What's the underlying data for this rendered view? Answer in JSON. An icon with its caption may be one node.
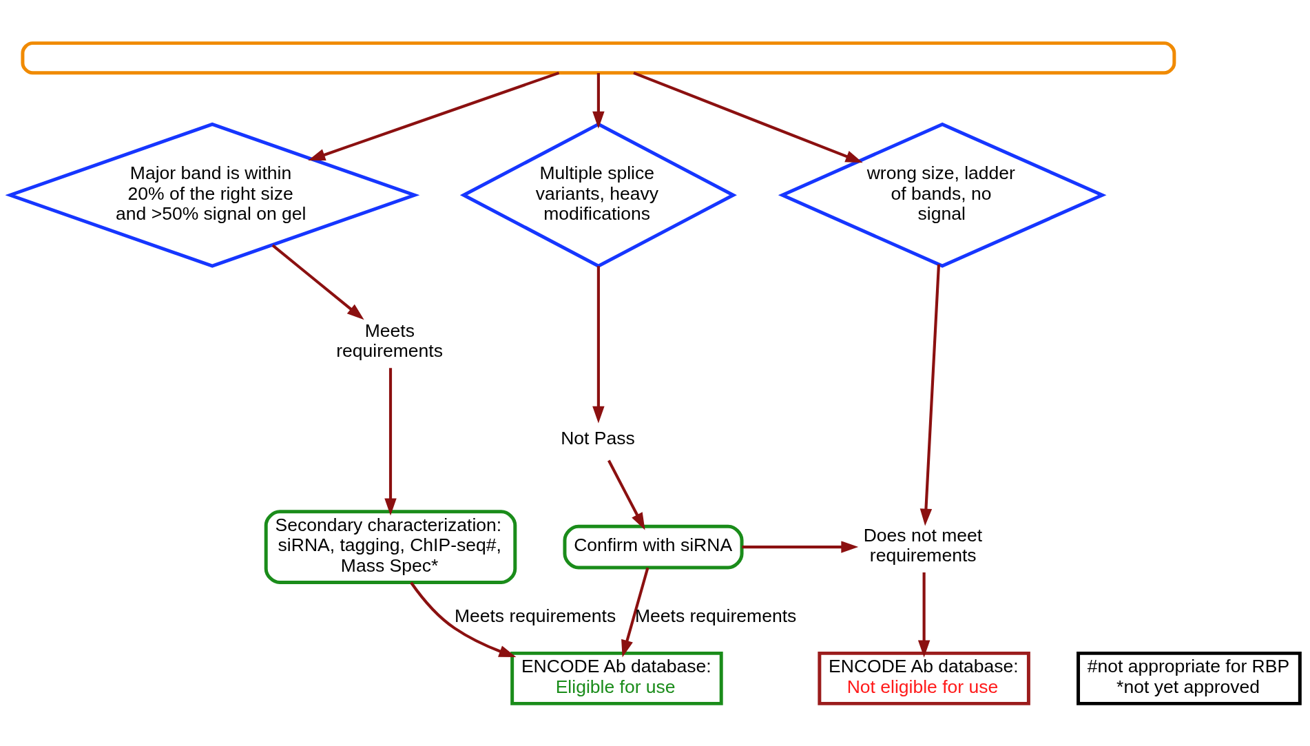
{
  "diagram": {
    "nodes": [
      {
        "text": [],
        "shape": "box"
      },
      {
        "text": [
          "Major band is within 20% of the right size and >50% signal on gel"
        ]
      },
      {
        "text": [
          "Multiple splice variants, heavy modifications"
        ]
      },
      {
        "text": [
          "wrong size, ladder of bands, no signal"
        ]
      },
      {
        "text": [
          "Meets requirements"
        ]
      },
      {
        "text": [
          "Not Pass"
        ]
      },
      {
        "text": [
          "Secondary characterization: siRNA, tagging, ChIP-seq#, Mass Spec*"
        ]
      },
      {
        "text": [
          "Confirm with siRNA"
        ]
      },
      {
        "text": [
          "Does not meet requirements"
        ]
      },
      {
        "text": [
          "ENCODE Ab database:",
          "Eligible for use"
        ]
      },
      {
        "text": [
          "ENCODE Ab database:",
          "Not eligible for use"
        ]
      },
      {
        "text": [
          "#not appropriate for RBP",
          "*not yet approved"
        ]
      }
    ],
    "edges": [
      {
        "from": 0,
        "to": 1,
        "arrow": "to"
      },
      {
        "from": 0,
        "to": 2,
        "arrow": "to"
      },
      {
        "from": 0,
        "to": 3,
        "arrow": "to"
      },
      {
        "from": 1,
        "to": 4,
        "arrow": "to"
      },
      {
        "from": 4,
        "to": 6,
        "arrow": "to"
      },
      {
        "from": 2,
        "to": 5,
        "arrow": "to"
      },
      {
        "from": 5,
        "to": 7,
        "arrow": "to"
      },
      {
        "from": 3,
        "to": 8,
        "arrow": "to"
      },
      {
        "from": 7,
        "to": 8,
        "arrow": "to"
      },
      {
        "from": 6,
        "to": 9,
        "label": "Meets requirements",
        "arrow": "to"
      },
      {
        "from": 7,
        "to": 9,
        "label": "Meets requirements",
        "arrow": "to"
      },
      {
        "from": 8,
        "to": 10,
        "arrow": "to"
      }
    ]
  }
}
